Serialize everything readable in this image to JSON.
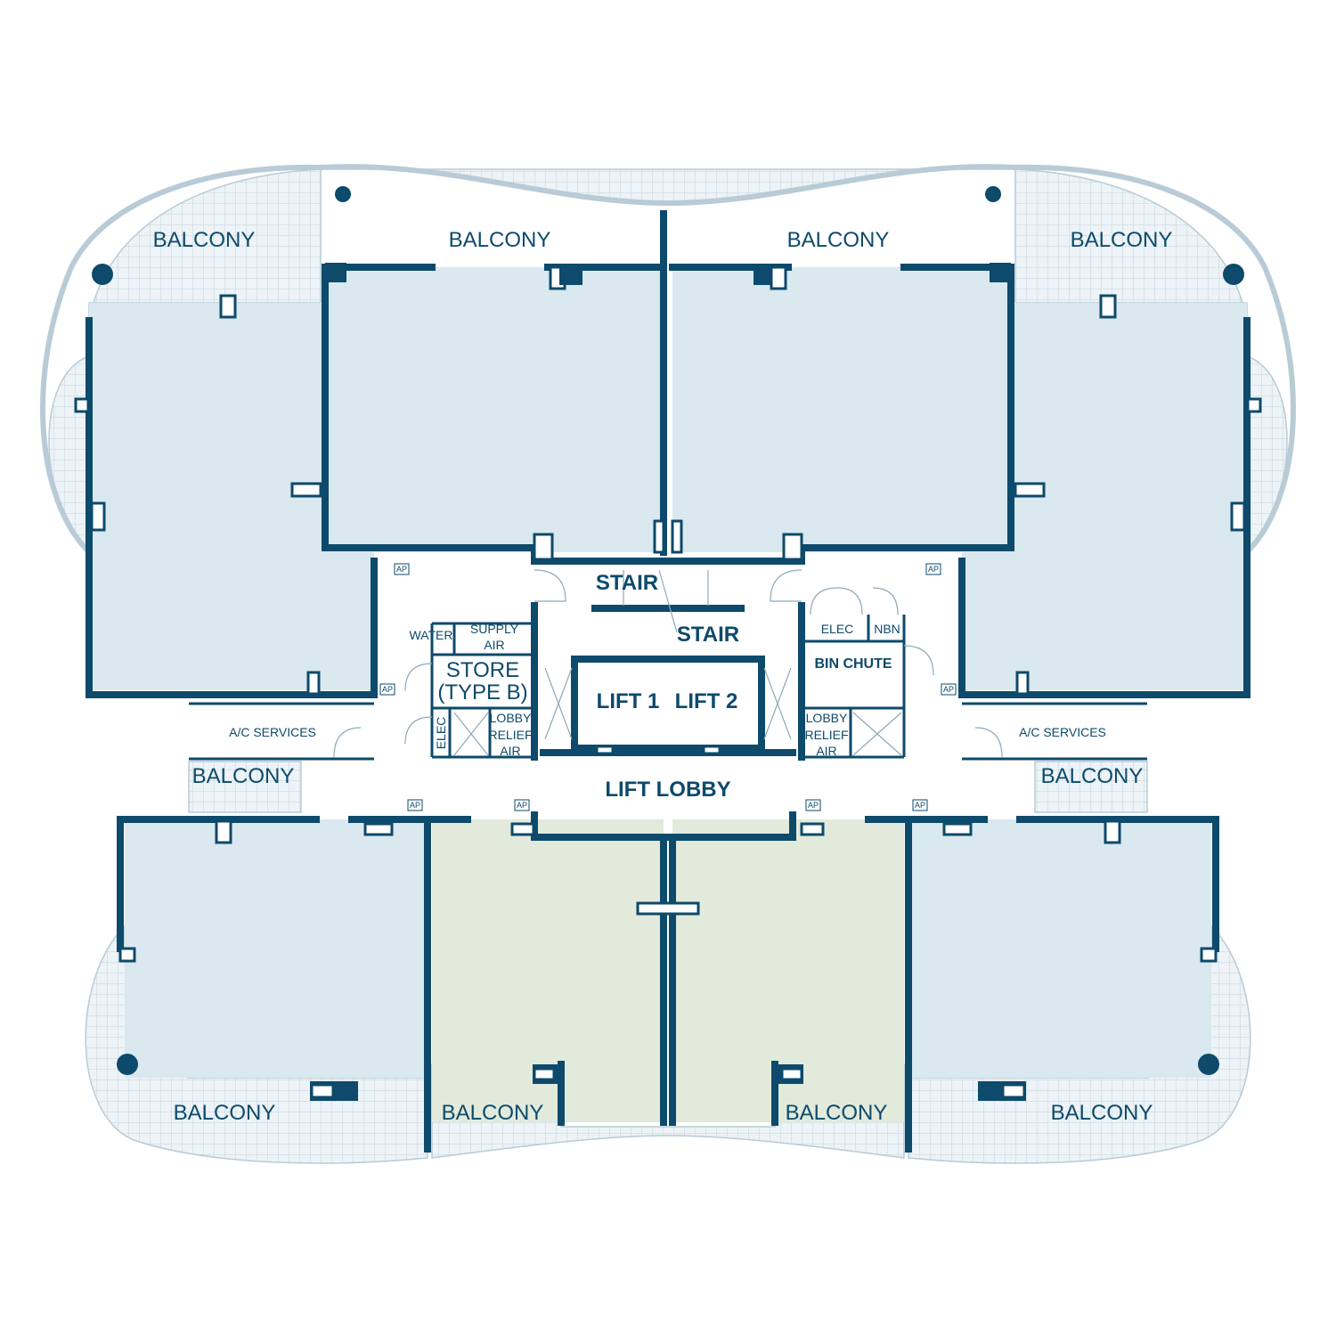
{
  "labels": {
    "balcony_top_1": "BALCONY",
    "balcony_top_2": "BALCONY",
    "balcony_top_3": "BALCONY",
    "balcony_top_4": "BALCONY",
    "balcony_mid_left": "BALCONY",
    "balcony_mid_right": "BALCONY",
    "balcony_bottom_1": "BALCONY",
    "balcony_bottom_2": "BALCONY",
    "balcony_bottom_3": "BALCONY",
    "balcony_bottom_4": "BALCONY",
    "stair_1": "STAIR",
    "stair_2": "STAIR",
    "lift_1": "LIFT 1",
    "lift_2": "LIFT 2",
    "lift_lobby": "LIFT LOBBY",
    "water": "WATER",
    "supply_air_1": "SUPPLY",
    "supply_air_2": "AIR",
    "store_1": "STORE",
    "store_2": "(TYPE B)",
    "elec_left": "ELEC",
    "lobby_relief_left_1": "LOBBY",
    "lobby_relief_left_2": "RELIEF",
    "lobby_relief_left_3": "AIR",
    "elec_right": "ELEC",
    "nbn": "NBN",
    "bin_chute": "BIN CHUTE",
    "lobby_relief_right_1": "LOBBY",
    "lobby_relief_right_2": "RELIEF",
    "lobby_relief_right_3": "AIR",
    "ac_services_left": "A/C SERVICES",
    "ac_services_right": "A/C SERVICES",
    "ap_1": "AP",
    "ap_2": "AP",
    "ap_3": "AP",
    "ap_4": "AP",
    "ap_5": "AP",
    "ap_6": "AP",
    "ap_7": "AP",
    "ap_8": "AP"
  },
  "colors": {
    "wall": "#0d4a6b",
    "unit_blue": "#dae8ef",
    "unit_green": "#e2eadb",
    "deck_grid": "#c3d5df",
    "deck_fill": "#edf3f6"
  }
}
